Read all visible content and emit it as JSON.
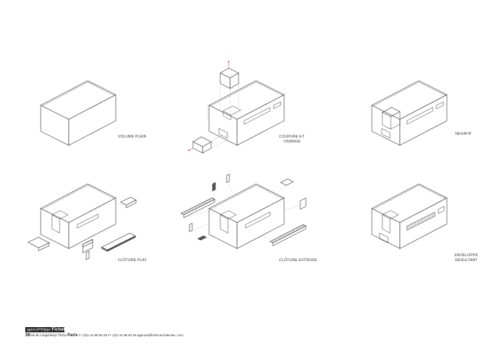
{
  "labels": {
    "panel1": "VOLUME PLEIN",
    "panel2_line1": "COUPURE ET",
    "panel2_line2": "VIDANGE",
    "panel3": "NEGATIF",
    "panel4": "CLÔTURE PLAT",
    "panel5": "CLÔTURE EXTRUDE",
    "panel6_line1": "ENVELOPPE",
    "panel6_line2": "RESULTANT"
  },
  "footer": {
    "brand_prefix": "agence",
    "brand_name": "Philippe",
    "brand_surname": "Fichet",
    "number": "36",
    "street": "rue de Longchamp 75116",
    "city": "Paris",
    "contact": "T+ (0)1 42 68 30 45 F+ (0)1 42 68 00 46 agence@fichet-architectes .com"
  }
}
